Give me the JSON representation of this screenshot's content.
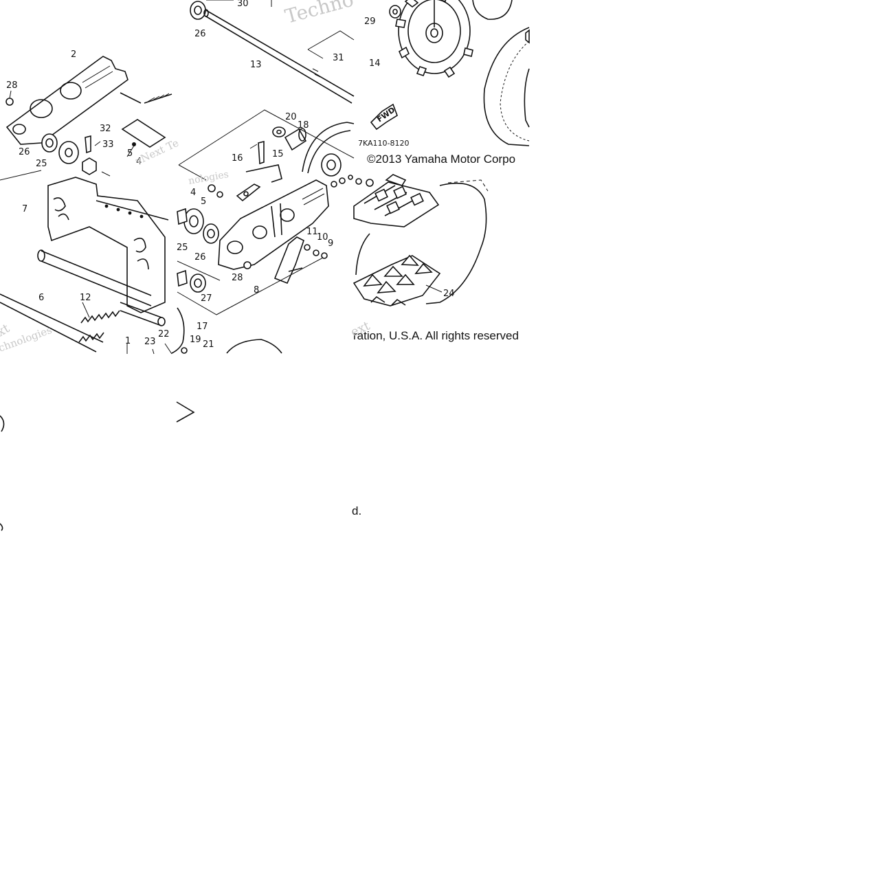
{
  "callouts": {
    "p2": "2",
    "p28a": "28",
    "p26a": "26",
    "p25a": "25",
    "p32": "32",
    "p33": "33",
    "p5a": "5",
    "p4a": "4",
    "p7": "7",
    "p6": "6",
    "p12": "12",
    "p1": "1",
    "p23": "23",
    "p22": "22",
    "p30": "30",
    "p26b": "26",
    "p13": "13",
    "p31": "31",
    "p20": "20",
    "p18": "18",
    "p16": "16",
    "p15": "15",
    "p4b": "4",
    "p5b": "5",
    "p25b": "25",
    "p26c": "26",
    "p28b": "28",
    "p27": "27",
    "p11": "11",
    "p10": "10",
    "p9": "9",
    "p8": "8",
    "p17": "17",
    "p19": "19",
    "p21": "21",
    "p29": "29",
    "p14": "14",
    "p24": "24"
  },
  "labels": {
    "fwd": "FWD",
    "diagram_code": "7KA110-8120",
    "copyright_line1": "©2013 Yamaha Motor Corpo",
    "copyright_line2": "ration, U.S.A. All rights reserved",
    "stray_char": "d."
  },
  "watermarks": {
    "w1": "Techno",
    "w2": "vNext Te",
    "w3": "nologies",
    "w4": "xt",
    "w5": "chnologies",
    "w6": "ext"
  },
  "colors": {
    "line": "#111111",
    "watermark": "#c8c8c8",
    "background": "#ffffff"
  }
}
